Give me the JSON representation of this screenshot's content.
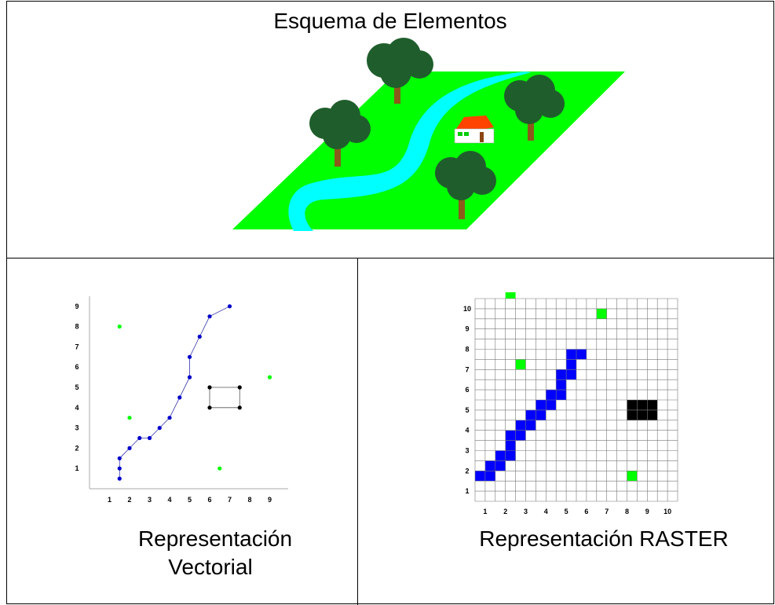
{
  "title": "Esquema de Elementos",
  "vector": {
    "caption_line1": "Representación",
    "caption_line2": "Vectorial",
    "x_ticks": [
      "1",
      "2",
      "3",
      "4",
      "5",
      "6",
      "7",
      "8",
      "9"
    ],
    "y_ticks": [
      "1",
      "2",
      "3",
      "4",
      "5",
      "6",
      "7",
      "8",
      "9"
    ],
    "line_points": [
      [
        1.5,
        0.5
      ],
      [
        1.5,
        1
      ],
      [
        1.5,
        1.5
      ],
      [
        2,
        2
      ],
      [
        2.5,
        2.5
      ],
      [
        3,
        2.5
      ],
      [
        3.5,
        3
      ],
      [
        4,
        3.5
      ],
      [
        4.5,
        4.5
      ],
      [
        5,
        5.5
      ],
      [
        5,
        6.5
      ],
      [
        5.5,
        7.5
      ],
      [
        6,
        8.5
      ],
      [
        7,
        9
      ]
    ],
    "polygon": [
      [
        6,
        5
      ],
      [
        7.5,
        5
      ],
      [
        7.5,
        4
      ],
      [
        6,
        4
      ]
    ],
    "green_points": [
      [
        1.5,
        8
      ],
      [
        2,
        3.5
      ],
      [
        6.5,
        1
      ],
      [
        9,
        5.5
      ]
    ],
    "line_color": "#0000cc",
    "point_color": "#00ff00",
    "polygon_color": "#000000"
  },
  "raster": {
    "caption": "Representación RASTER",
    "x_ticks": [
      "1",
      "2",
      "3",
      "4",
      "5",
      "6",
      "7",
      "8",
      "9",
      "10"
    ],
    "y_ticks": [
      "1",
      "2",
      "3",
      "4",
      "5",
      "6",
      "7",
      "8",
      "9",
      "10"
    ],
    "blue_cells": [
      [
        2,
        0
      ],
      [
        2,
        1
      ],
      [
        3,
        1
      ],
      [
        3,
        2
      ],
      [
        4,
        2
      ],
      [
        4,
        3
      ],
      [
        5,
        3
      ],
      [
        6,
        3
      ],
      [
        6,
        4
      ],
      [
        7,
        4
      ],
      [
        7,
        5
      ],
      [
        8,
        5
      ],
      [
        8,
        6
      ],
      [
        9,
        6
      ],
      [
        9,
        7
      ],
      [
        10,
        7
      ],
      [
        10,
        8
      ],
      [
        11,
        8
      ],
      [
        12,
        8
      ],
      [
        12,
        9
      ],
      [
        13,
        9
      ],
      [
        14,
        9
      ],
      [
        14,
        10
      ]
    ],
    "green_cells": [
      [
        2,
        15
      ],
      [
        13,
        4
      ],
      [
        18,
        12
      ],
      [
        20,
        3
      ]
    ],
    "black_cells": [
      [
        15,
        9
      ],
      [
        16,
        9
      ],
      [
        17,
        9
      ],
      [
        15,
        8
      ],
      [
        16,
        8
      ],
      [
        17,
        8
      ]
    ],
    "blue_color": "#0000ff",
    "green_color": "#00ff00",
    "black_color": "#000000"
  },
  "scene": {
    "land_color": "#00ff00",
    "river_color": "#00ffff",
    "tree_canopy_color": "#1f5e2c",
    "tree_trunk_color": "#8b5a1a",
    "roof_color": "#ff4400",
    "wall_color": "#ffffff",
    "door_color": "#8b4513"
  }
}
